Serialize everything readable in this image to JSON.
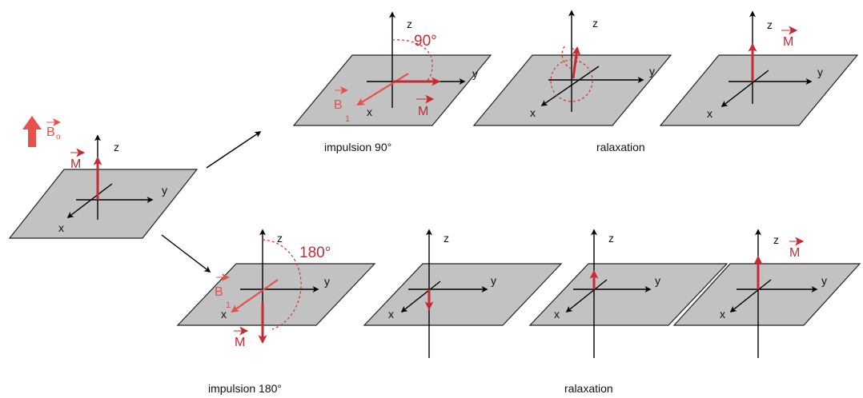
{
  "axes": {
    "x": "x",
    "y": "y",
    "z": "z"
  },
  "vectors": {
    "magnetization": "M",
    "rf_field": "B",
    "rf_field_sub": "1",
    "static_field": "B",
    "static_field_sub": "o"
  },
  "angles": {
    "pulse_90": "90°",
    "pulse_180": "180°"
  },
  "captions": {
    "impulse_90": "impulsion 90°",
    "relax_top": "ralaxation",
    "impulse_180": "impulsion 180°",
    "relax_bottom": "ralaxation"
  },
  "colors": {
    "plane": "#c2c2c2",
    "magnetization": "#c62a32",
    "rf_field": "#e8504a"
  }
}
